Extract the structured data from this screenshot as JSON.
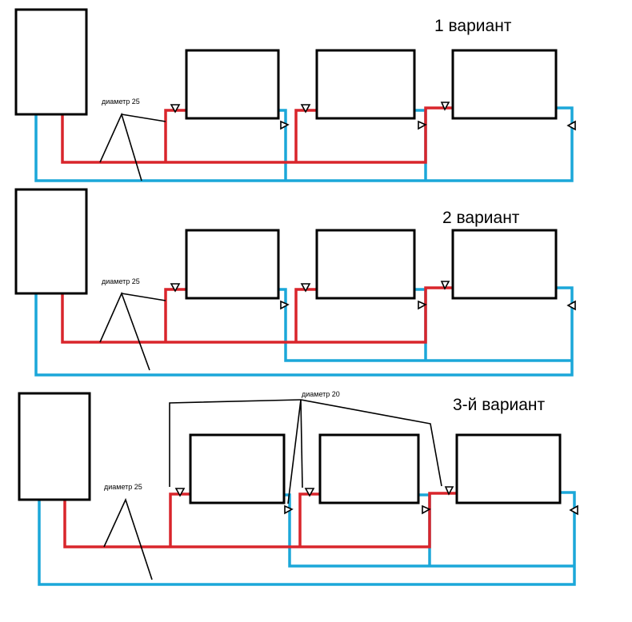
{
  "variants": [
    {
      "title": "1 вариант",
      "diameter_main": "диаметр 25"
    },
    {
      "title": "2 вариант",
      "diameter_main": "диаметр 25"
    },
    {
      "title": "3-й вариант",
      "diameter_main": "диаметр 25",
      "diameter_branch": "диаметр 20"
    }
  ],
  "colors": {
    "supply": "#d9252b",
    "return": "#1ba7d9",
    "outline": "#000000"
  }
}
